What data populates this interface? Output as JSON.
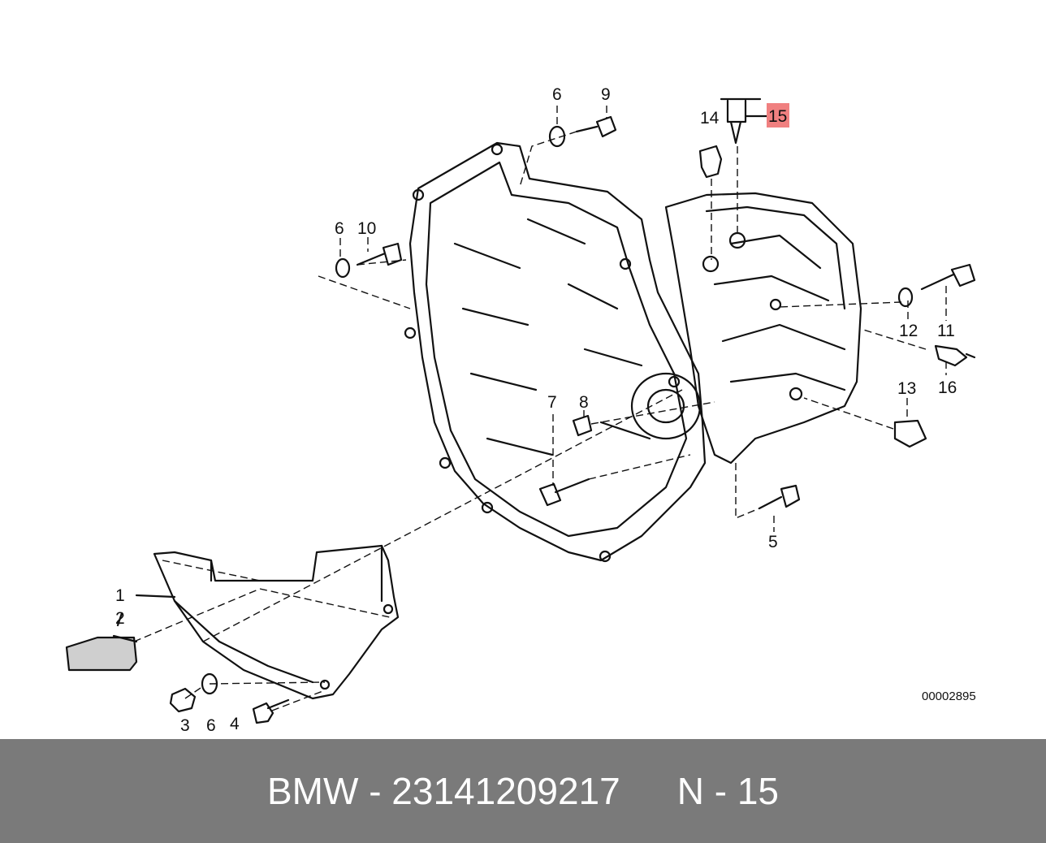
{
  "diagram": {
    "reference_number": "00002895",
    "highlighted_callout": "15",
    "highlight_color": "#f08080",
    "callouts": [
      "1",
      "2",
      "3",
      "4",
      "5",
      "6",
      "6",
      "6",
      "7",
      "8",
      "9",
      "10",
      "11",
      "12",
      "13",
      "14",
      "15",
      "16"
    ]
  },
  "footer": {
    "part_text": "BMW - 23141209217",
    "position_text": "N - 15",
    "background_color": "#7a7a7a"
  }
}
